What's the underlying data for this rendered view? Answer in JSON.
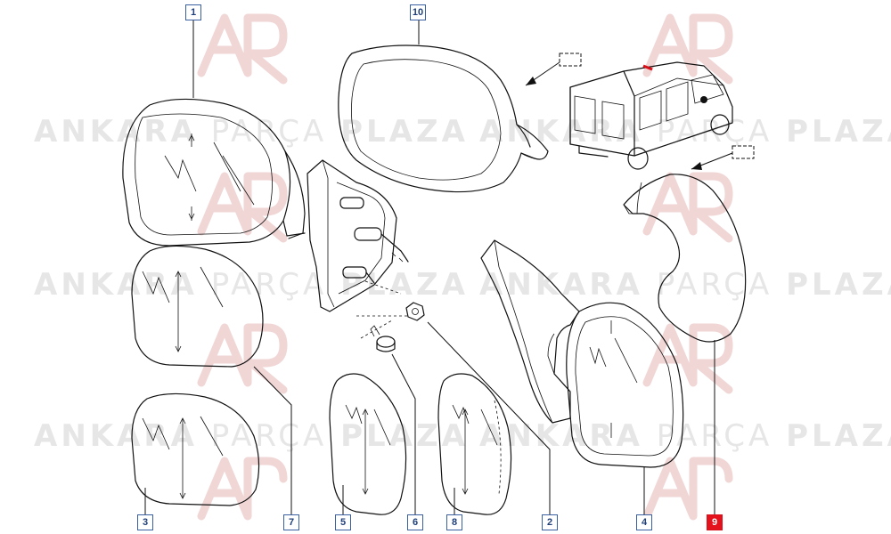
{
  "watermark": {
    "word_ankara": "ANKARA",
    "word_parca": "PARÇA",
    "word_plaza": "PLAZA"
  },
  "callouts": [
    {
      "id": "c1",
      "label": "1",
      "highlight": false
    },
    {
      "id": "c10",
      "label": "10",
      "highlight": false
    },
    {
      "id": "c3",
      "label": "3",
      "highlight": false
    },
    {
      "id": "c7",
      "label": "7",
      "highlight": false
    },
    {
      "id": "c5",
      "label": "5",
      "highlight": false
    },
    {
      "id": "c6",
      "label": "6",
      "highlight": false
    },
    {
      "id": "c8",
      "label": "8",
      "highlight": false
    },
    {
      "id": "c2",
      "label": "2",
      "highlight": false
    },
    {
      "id": "c4",
      "label": "4",
      "highlight": false
    },
    {
      "id": "c9",
      "label": "9",
      "highlight": true
    }
  ],
  "colors": {
    "callout_border": "#3a5fa0",
    "callout_highlight": "#e3121c",
    "watermark": "#e6e6e6"
  }
}
